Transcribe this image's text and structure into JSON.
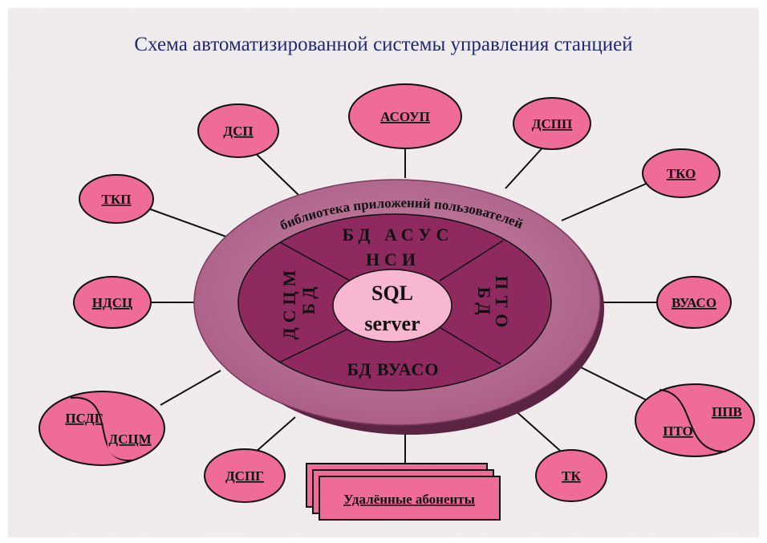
{
  "title": "Схема автоматизированной системы управления станцией",
  "colors": {
    "node_fill": "#ee6b9a",
    "ring_outer": "#b86c93",
    "ring_shadow": "#6e2f52",
    "sector_fill": "#8e2a60",
    "center_fill": "#f7b7d0",
    "background_speckle": "#e4dde0"
  },
  "core": {
    "sql_line1": "SQL",
    "sql_line2": "server",
    "ring_label": "библиотека приложений пользователей",
    "sector_top_1": "БД АСУС",
    "sector_top_2": "НСИ",
    "sector_left_1": "ДСЦМ",
    "sector_left_2": "БД",
    "sector_right_1": "ПТО",
    "sector_right_2": "БД",
    "sector_bottom": "БД ВУАСО"
  },
  "nodes": {
    "asoup": "АСОУП",
    "dsp": "ДСП",
    "dspp": "ДСПП",
    "tkp": "ТКП",
    "tko": "ТКО",
    "ndsc": "НДСЦ",
    "vuaso": "ВУАСО",
    "psdg": "ПСДГ",
    "dscm": "ДСЦМ",
    "pto": "ПТО",
    "ppv": "ППВ",
    "dspg": "ДСПГ",
    "tk": "ТК",
    "remote": "Удалённые абоненты"
  }
}
